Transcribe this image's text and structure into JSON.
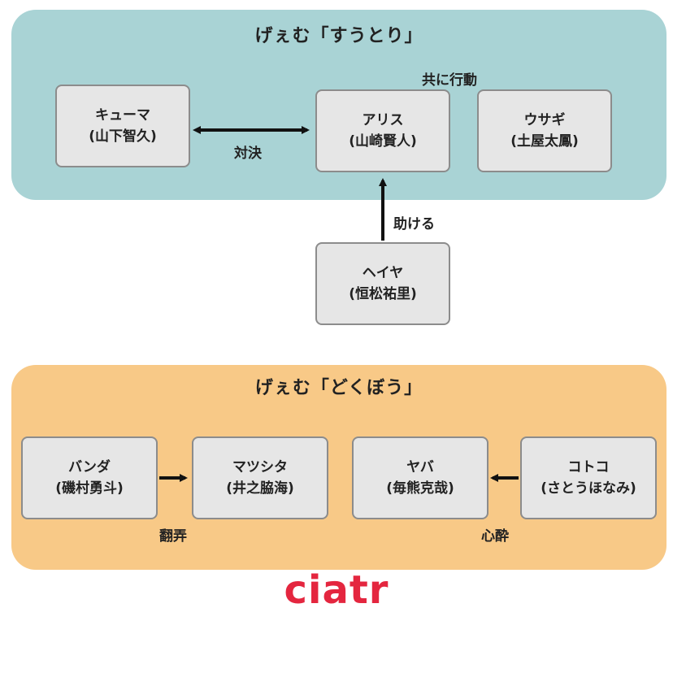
{
  "groups": {
    "top": {
      "title": "げぇむ「すうとり」"
    },
    "bottom": {
      "title": "げぇむ「どくぼう」"
    }
  },
  "nodes": {
    "kyuma": {
      "name": "キューマ",
      "actor": "(山下智久)"
    },
    "alice": {
      "name": "アリス",
      "actor": "(山崎賢人)"
    },
    "usagi": {
      "name": "ウサギ",
      "actor": "(土屋太鳳)"
    },
    "heiya": {
      "name": "ヘイヤ",
      "actor": "(恒松祐里)"
    },
    "banda": {
      "name": "バンダ",
      "actor": "(磯村勇斗)"
    },
    "matsushita": {
      "name": "マツシタ",
      "actor": "(井之脇海)"
    },
    "yaba": {
      "name": "ヤバ",
      "actor": "(毎熊克哉)"
    },
    "kotoko": {
      "name": "コトコ",
      "actor": "(さとうほなみ)"
    }
  },
  "relations": {
    "kyuma_alice": "対決",
    "alice_usagi": "共に行動",
    "heiya_alice": "助ける",
    "banda_matsushita": "翻弄",
    "kotoko_yaba": "心酔"
  },
  "logo": {
    "text": "ciatr"
  },
  "colors": {
    "top_panel": "#a9d3d5",
    "bottom_panel": "#f8c987",
    "node_fill": "#e6e6e6",
    "node_border": "#8c8c8c",
    "logo": "#e4263f"
  }
}
